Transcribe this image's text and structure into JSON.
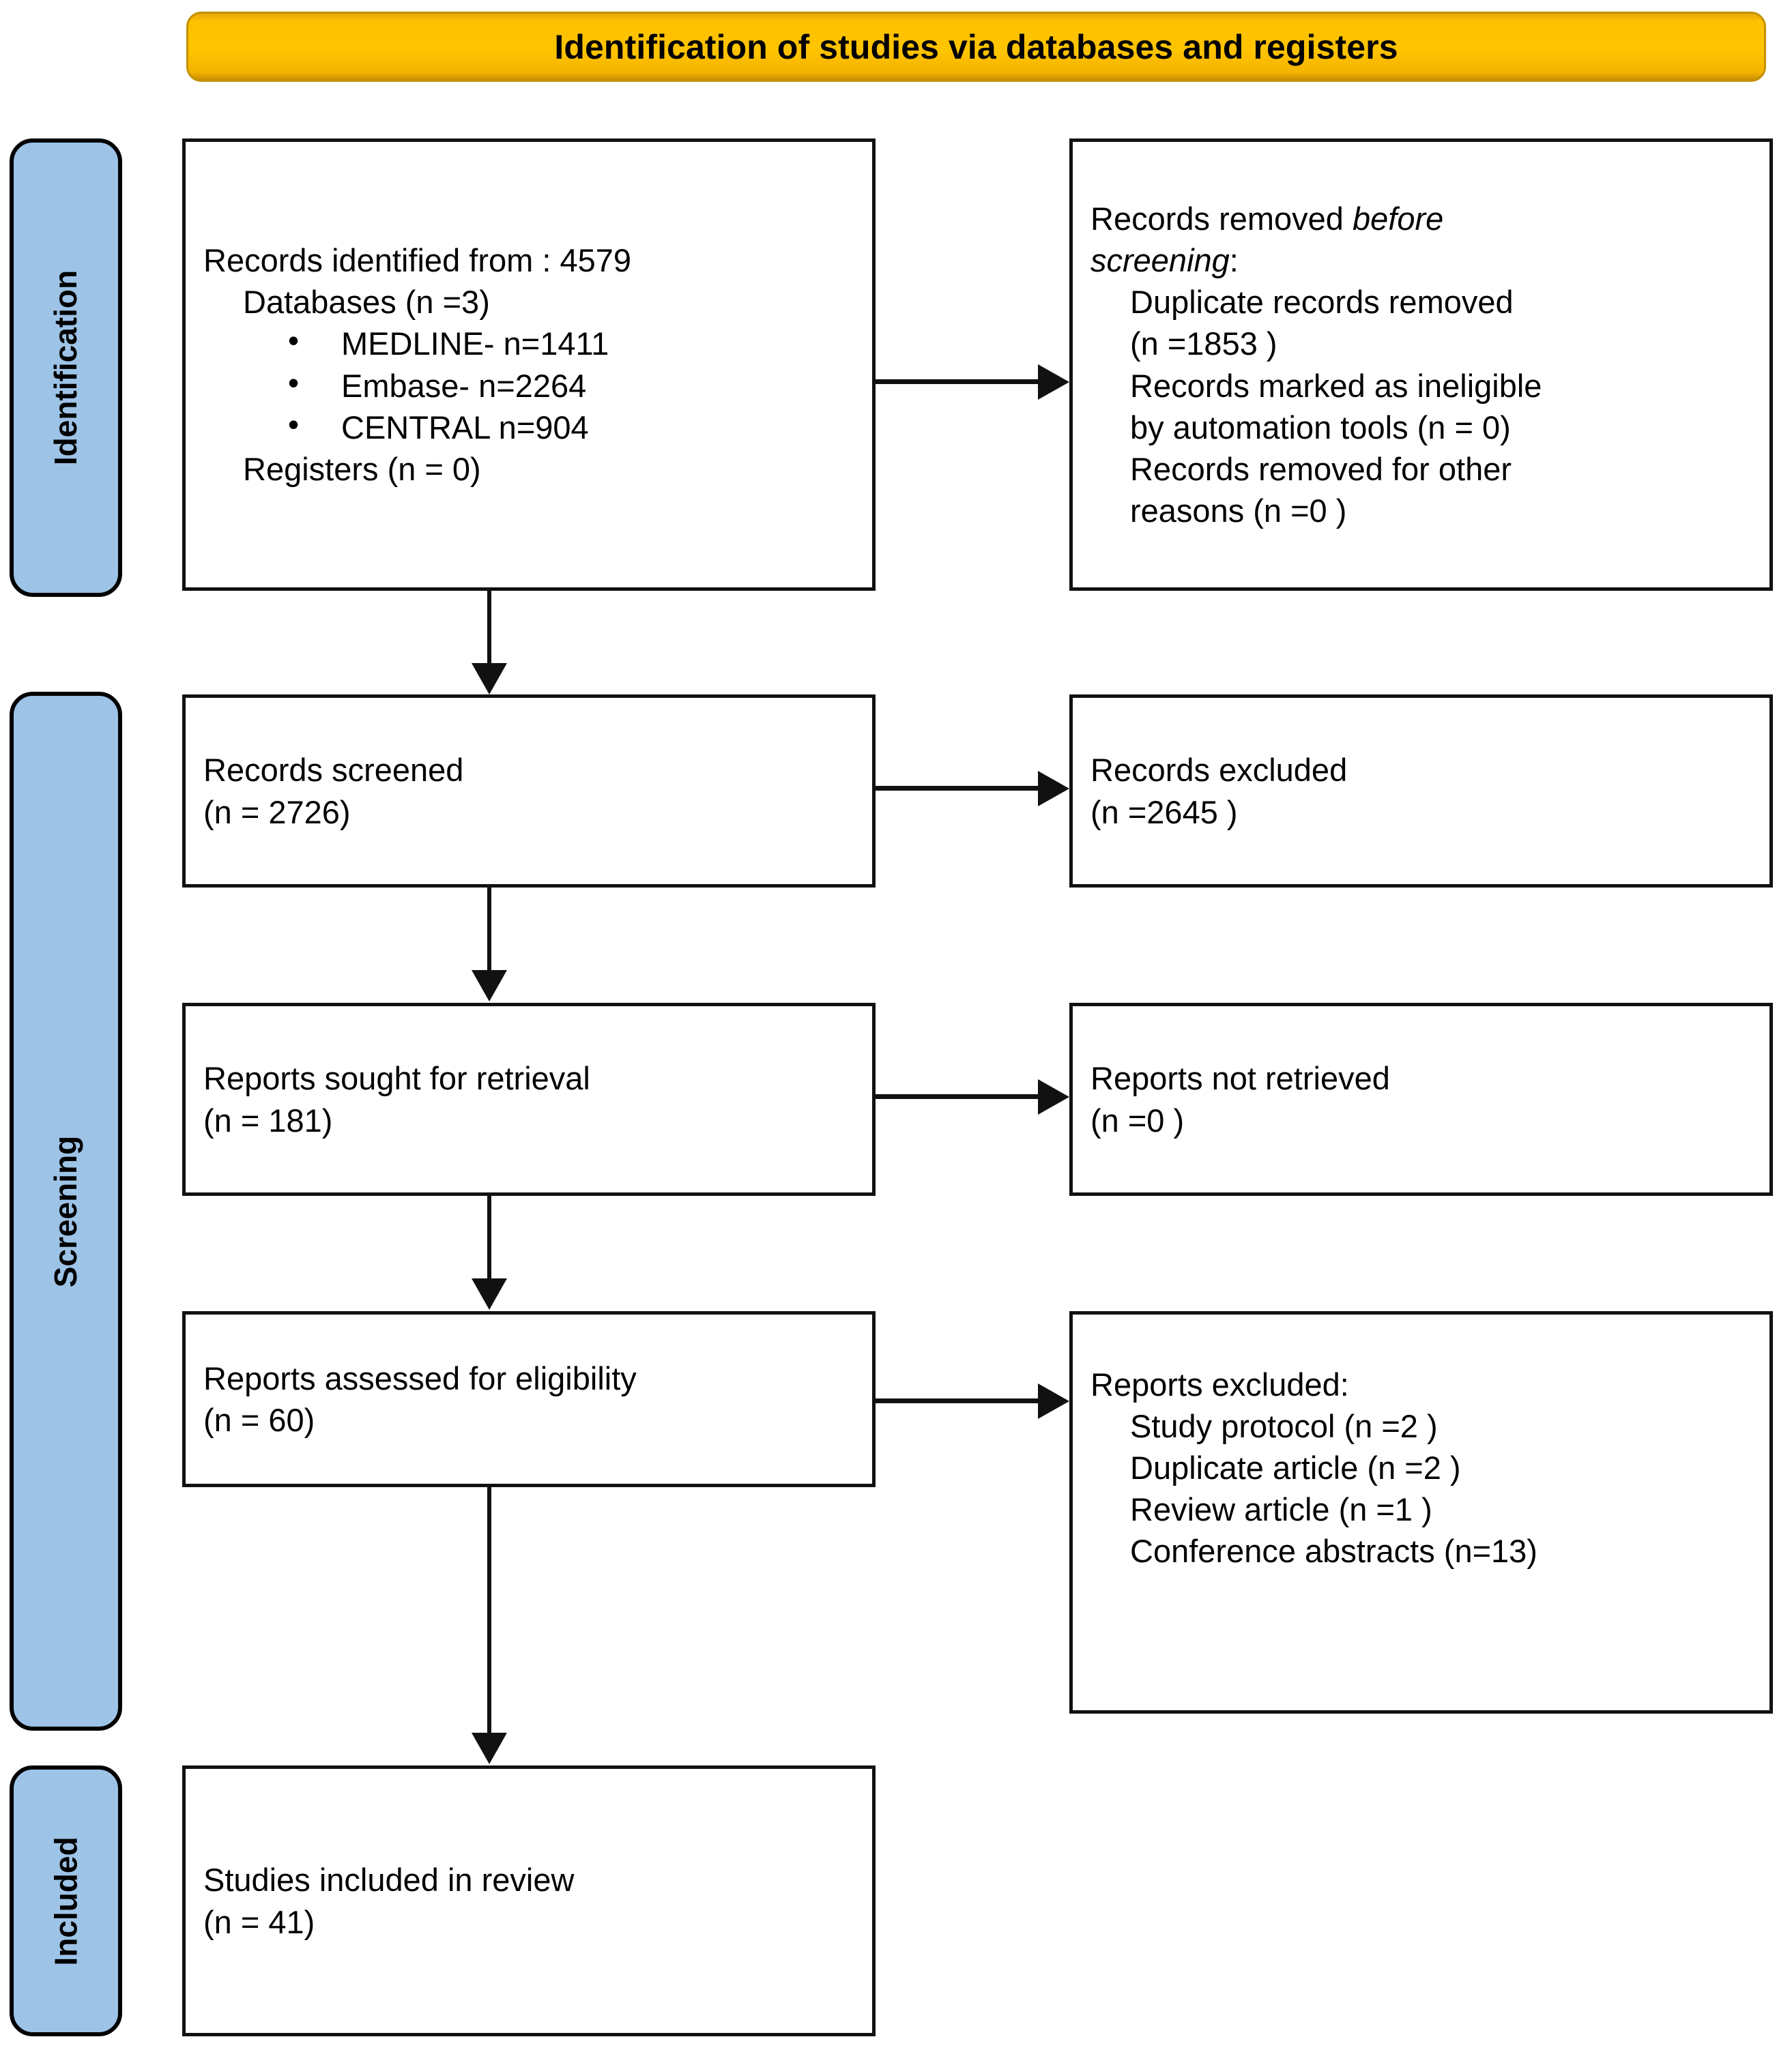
{
  "header": {
    "title": "Identification of studies via databases and registers"
  },
  "stages": [
    {
      "name": "identification",
      "label": "Identification"
    },
    {
      "name": "screening",
      "label": "Screening"
    },
    {
      "name": "included",
      "label": "Included"
    }
  ],
  "boxes": {
    "records_identified": {
      "line1": "Records identified from : 4579",
      "line2": "Databases (n =3)",
      "bullets": [
        "MEDLINE- n=1411",
        "Embase- n=2264",
        "CENTRAL n=904"
      ],
      "line3": "Registers (n = 0)"
    },
    "records_removed": {
      "line1_plain": "Records removed ",
      "line1_italic": "before",
      "line2_italic": "screening",
      "line2_plain": ":",
      "line3": "Duplicate records removed",
      "line4": "(n =1853 )",
      "line5": "Records marked as ineligible",
      "line6": "by automation tools (n = 0)",
      "line7": "Records removed for other",
      "line8": "reasons (n =0 )"
    },
    "records_screened": {
      "line1": "Records screened",
      "line2": "(n = 2726)"
    },
    "records_excluded": {
      "line1": "Records excluded",
      "line2": "(n =2645 )"
    },
    "reports_sought": {
      "line1": "Reports sought for retrieval",
      "line2": "(n = 181)"
    },
    "reports_not_retrieved": {
      "line1": "Reports not retrieved",
      "line2": "(n =0 )"
    },
    "reports_assessed": {
      "line1": "Reports assessed for eligibility",
      "line2": "(n = 60)"
    },
    "reports_excluded": {
      "line1": "Reports excluded:",
      "line2": "Study protocol (n =2 )",
      "line3": "Duplicate article (n =2 )",
      "line4": "Review article (n =1 )",
      "line5": "Conference abstracts (n=13)"
    },
    "studies_included": {
      "line1": "Studies included in review",
      "line2": "(n = 41)"
    }
  },
  "colors": {
    "header_fill": "#FFC000",
    "header_border": "#C49102",
    "stage_fill": "#9DC3E6",
    "stroke": "#111111",
    "box_fill": "#FFFFFF"
  },
  "chart_data": {
    "type": "table",
    "title": "Identification of studies via databases and registers",
    "nodes": [
      {
        "stage": "Identification",
        "label": "Records identified from",
        "value": 4579
      },
      {
        "stage": "Identification",
        "label": "Databases",
        "value": 3
      },
      {
        "stage": "Identification",
        "label": "MEDLINE",
        "value": 1411
      },
      {
        "stage": "Identification",
        "label": "Embase",
        "value": 2264
      },
      {
        "stage": "Identification",
        "label": "CENTRAL",
        "value": 904
      },
      {
        "stage": "Identification",
        "label": "Registers",
        "value": 0
      },
      {
        "stage": "Identification",
        "label": "Duplicate records removed",
        "value": 1853
      },
      {
        "stage": "Identification",
        "label": "Records marked as ineligible by automation tools",
        "value": 0
      },
      {
        "stage": "Identification",
        "label": "Records removed for other reasons",
        "value": 0
      },
      {
        "stage": "Screening",
        "label": "Records screened",
        "value": 2726
      },
      {
        "stage": "Screening",
        "label": "Records excluded",
        "value": 2645
      },
      {
        "stage": "Screening",
        "label": "Reports sought for retrieval",
        "value": 181
      },
      {
        "stage": "Screening",
        "label": "Reports not retrieved",
        "value": 0
      },
      {
        "stage": "Screening",
        "label": "Reports assessed for eligibility",
        "value": 60
      },
      {
        "stage": "Screening",
        "label": "Reports excluded: Study protocol",
        "value": 2
      },
      {
        "stage": "Screening",
        "label": "Reports excluded: Duplicate article",
        "value": 2
      },
      {
        "stage": "Screening",
        "label": "Reports excluded: Review article",
        "value": 1
      },
      {
        "stage": "Screening",
        "label": "Reports excluded: Conference abstracts",
        "value": 13
      },
      {
        "stage": "Included",
        "label": "Studies included in review",
        "value": 41
      }
    ]
  }
}
